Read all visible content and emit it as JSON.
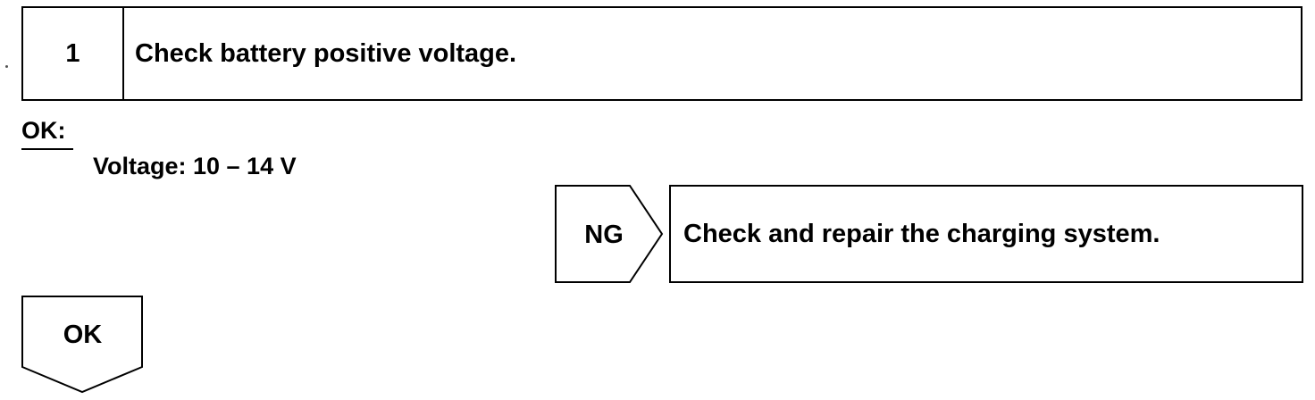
{
  "step": {
    "number": "1",
    "title": "Check battery positive voltage."
  },
  "criteria": {
    "label": "OK:",
    "spec": "Voltage: 10 – 14 V"
  },
  "ng_branch": {
    "label": "NG",
    "action": "Check and repair the charging system."
  },
  "ok_branch": {
    "label": "OK"
  }
}
